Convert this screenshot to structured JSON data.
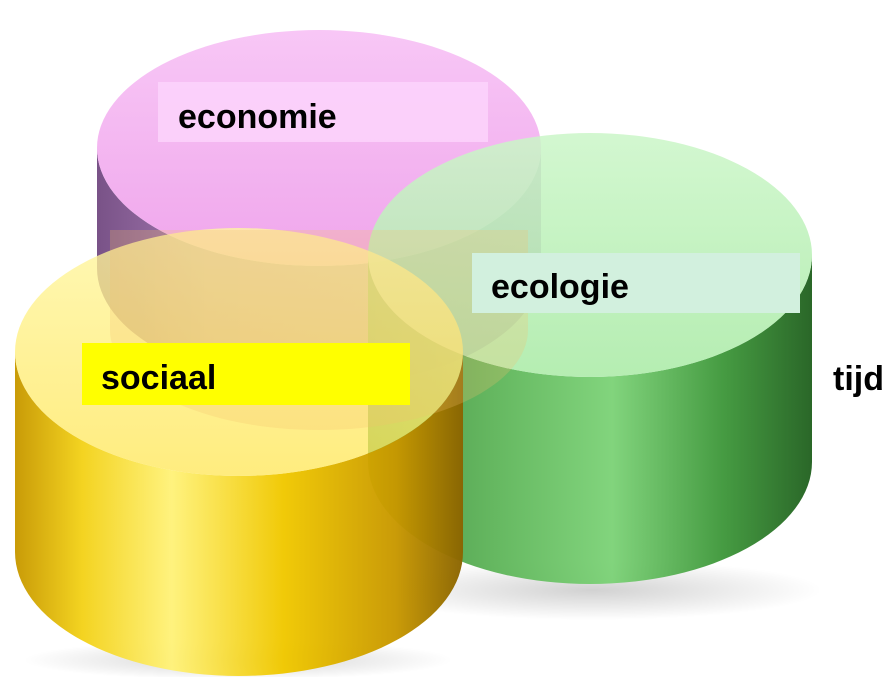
{
  "diagram": {
    "labels": {
      "economy": "economie",
      "ecology": "ecologie",
      "social": "sociaal",
      "time": "tijd"
    },
    "colors": {
      "economy": "#f5b0f2",
      "ecology": "#b8f2b8",
      "social": "#fff27a",
      "social_label_bg": "#ffff00",
      "ecology_label_bg": "#d2f0de",
      "economy_label_bg": "#fbd4fb"
    }
  }
}
